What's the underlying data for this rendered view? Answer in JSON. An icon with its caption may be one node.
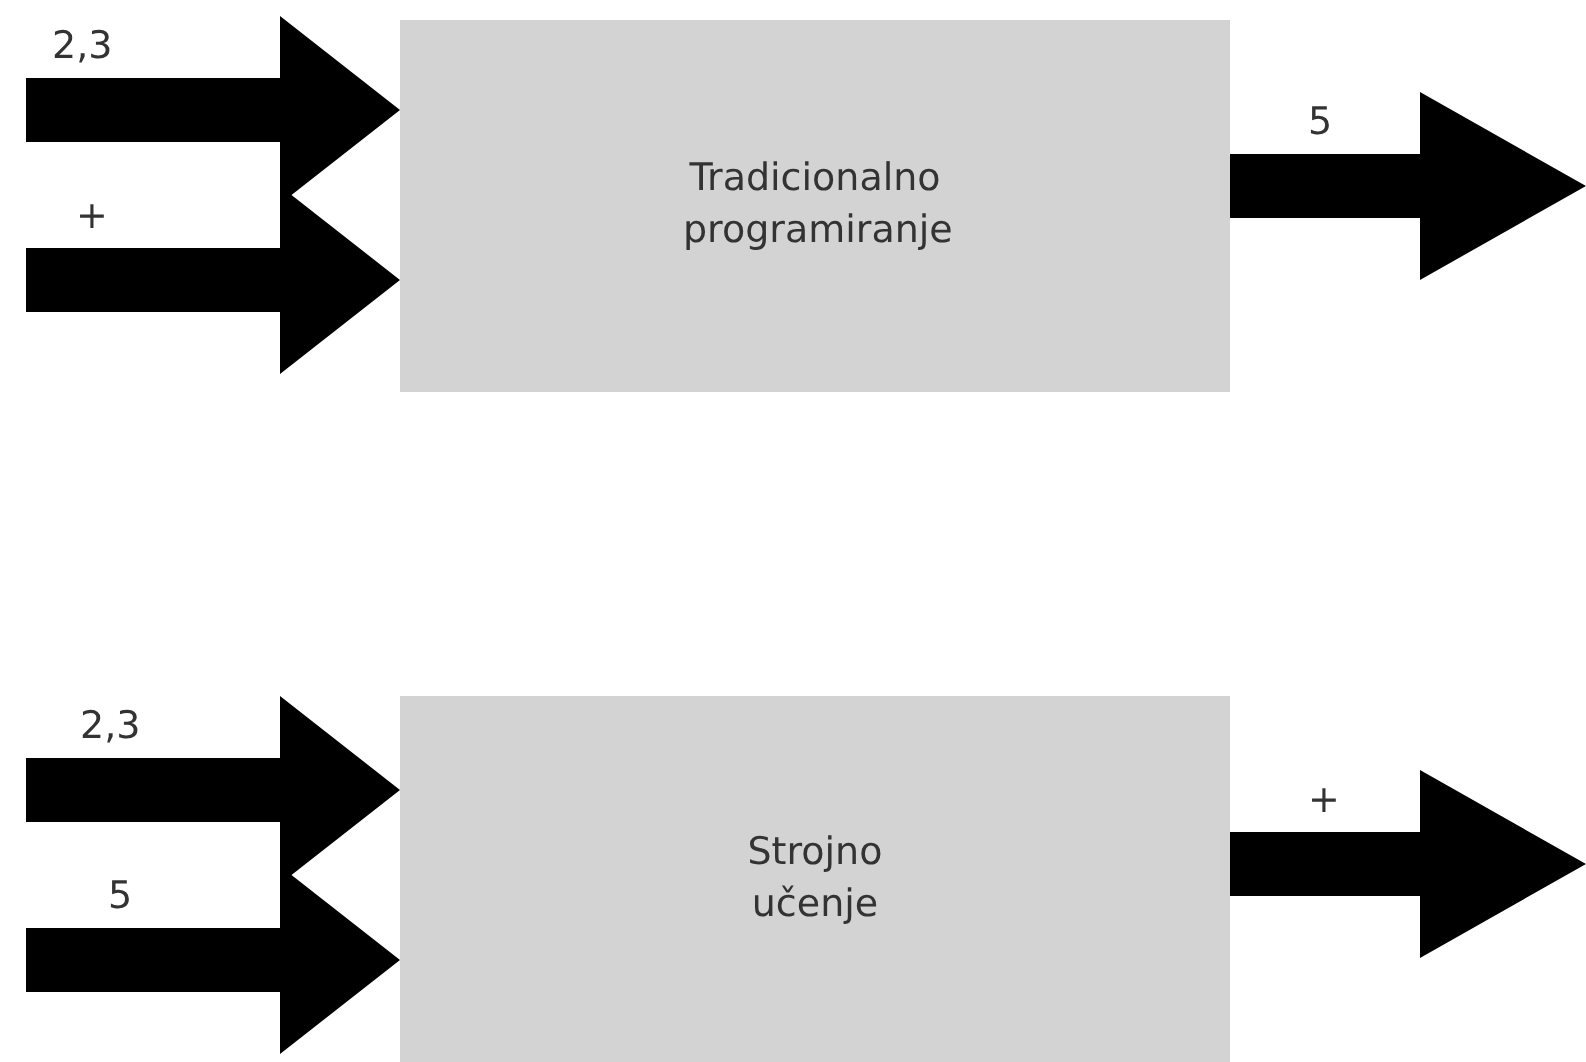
{
  "diagram": {
    "nodes": [
      {
        "text": [
          "Tradicionalno programiranje"
        ]
      },
      {
        "text": [
          "Strojno učenje"
        ]
      }
    ],
    "edges": [
      {
        "from": null,
        "to": 0,
        "arrow": "to",
        "label": "2,3"
      },
      {
        "from": null,
        "to": 0,
        "arrow": "to",
        "label": "+"
      },
      {
        "from": 0,
        "to": null,
        "arrow": "to",
        "label": "5"
      },
      {
        "from": null,
        "to": 1,
        "arrow": "to",
        "label": "2,3"
      },
      {
        "from": null,
        "to": 1,
        "arrow": "to",
        "label": "5"
      },
      {
        "from": 1,
        "to": null,
        "arrow": "to",
        "label": "+"
      }
    ]
  }
}
